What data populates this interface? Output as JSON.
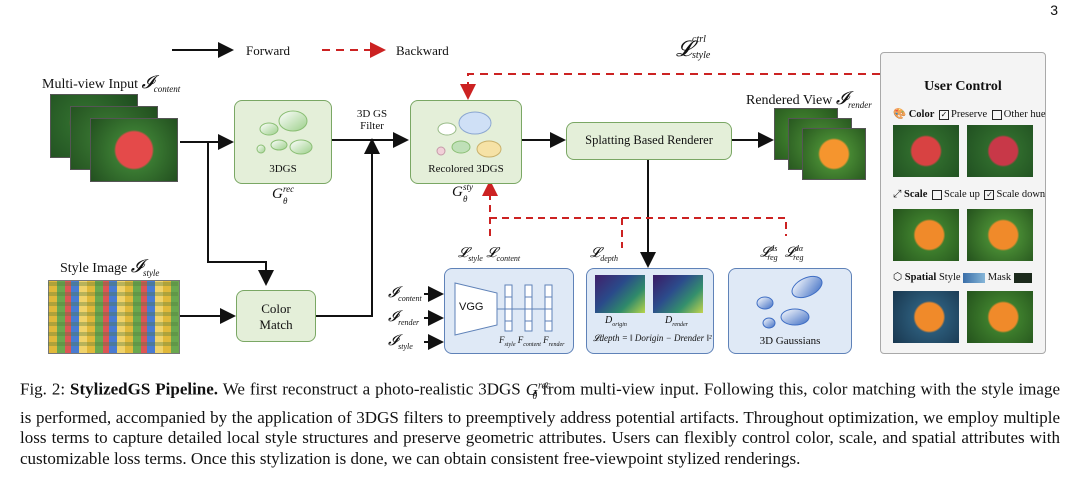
{
  "page_number": "3",
  "legend": {
    "forward": "Forward",
    "backward": "Backward"
  },
  "colors": {
    "green_fill": "#e4efd9",
    "green_border": "#7aa764",
    "blue_fill": "#dfe9f6",
    "blue_border": "#5f82b8",
    "dash_red": "#cc2222"
  },
  "inputs": {
    "multiview": "Multi-view Input",
    "multiview_sym": "𝓘",
    "multiview_sub": "content",
    "style": "Style Image",
    "style_sym": "𝓘",
    "style_sub": "style"
  },
  "nodes": {
    "gs3d": "3DGS",
    "gs_filter_line1": "3D GS",
    "gs_filter_line2": "Filter",
    "recolored": "Recolored 3DGS",
    "renderer": "Splatting Based Renderer",
    "rendered_view": "Rendered View",
    "rendered_sub": "render",
    "color_match_line1": "Color",
    "color_match_line2": "Match",
    "vgg": "VGG",
    "gaussians": "3D Gaussians"
  },
  "math": {
    "g_rec": "G",
    "g_rec_sup": "rec",
    "g_rec_sub": "θ",
    "g_sty_sup": "sty",
    "l_ctrl_sup": "ctrl",
    "l_ctrl_sub": "style",
    "l_style_sub": "style",
    "l_content_sub": "content",
    "l_depth_sub": "depth",
    "l_reg_ds_sup": "ds",
    "l_reg_dα_sup": "dα",
    "l_reg_sub": "reg",
    "in_content": "content",
    "in_render": "render",
    "in_style": "style",
    "f_style": "style",
    "f_content": "content",
    "f_render": "render",
    "d_origin": "origin",
    "d_render": "render",
    "depth_formula": "𝓛depth = ‖ Dorigin − Drender ‖²"
  },
  "user_control": {
    "title": "User Control",
    "color_label": "Color",
    "color_opt1": "Preserve",
    "color_opt2": "Other hue",
    "scale_label": "Scale",
    "scale_opt1": "Scale up",
    "scale_opt2": "Scale down",
    "spatial_label": "Spatial",
    "spatial_opt1": "Style",
    "spatial_opt2": "Mask"
  },
  "caption": {
    "prefix": "Fig. 2:",
    "title": "StylizedGS Pipeline.",
    "text1": "We first reconstruct a photo-realistic 3DGS",
    "text2": "from multi-view input. Following this, color matching with the style image is performed, accompanied by the application of 3DGS filters to preemptively address potential artifacts. Throughout optimization, we employ multiple loss terms to capture detailed local style structures and preserve geometric attributes. Users can flexibly control color, scale, and spatial attributes with customizable loss terms. Once this stylization is done, we can obtain consistent free-viewpoint stylized renderings."
  }
}
